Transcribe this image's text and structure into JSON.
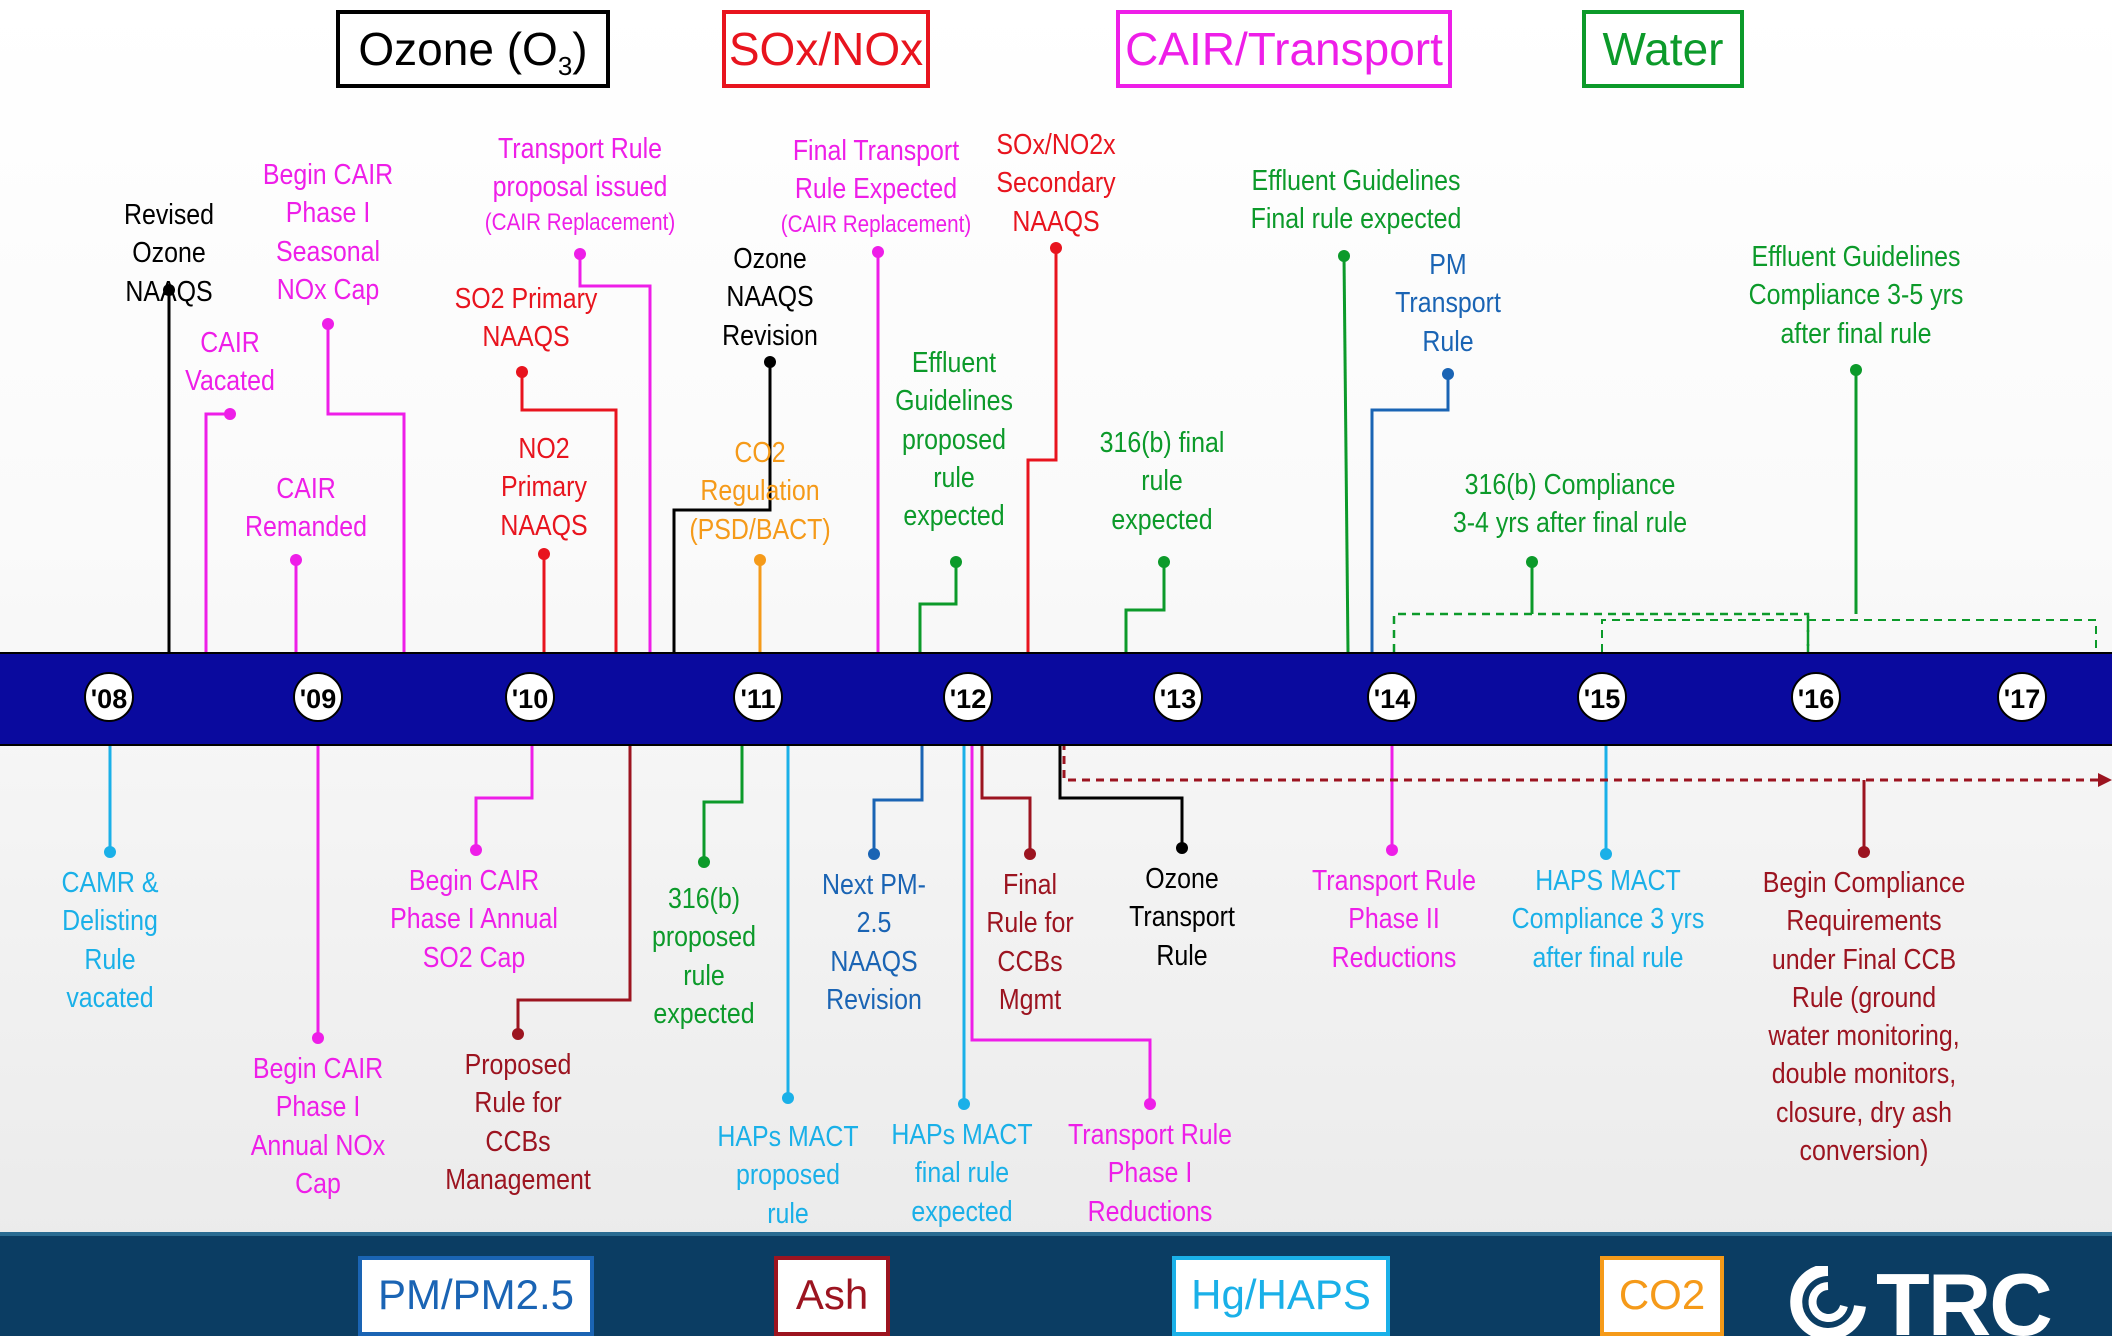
{
  "colors": {
    "ozone": "#000000",
    "sox": "#e8141e",
    "cair": "#ee1ee8",
    "water": "#0c9a2a",
    "pm": "#1a64b4",
    "ash": "#9c1420",
    "hg": "#1ab0e8",
    "co2": "#f59a19",
    "band": "#0a0a9e",
    "footer": "#0b3d63"
  },
  "legend_top": [
    {
      "text": "Ozone (O",
      "sub": "3",
      "tail": ")",
      "color_key": "ozone"
    },
    {
      "text": "SOx/NOx",
      "sub": "",
      "tail": "",
      "color_key": "sox"
    },
    {
      "text": "CAIR/Transport",
      "sub": "",
      "tail": "",
      "color_key": "cair"
    },
    {
      "text": "Water",
      "sub": "",
      "tail": "",
      "color_key": "water"
    }
  ],
  "legend_bottom": [
    {
      "text": "PM/PM2.5",
      "color_key": "pm"
    },
    {
      "text": "Ash",
      "color_key": "ash"
    },
    {
      "text": "Hg/HAPS",
      "color_key": "hg"
    },
    {
      "text": "CO2",
      "color_key": "co2"
    }
  ],
  "years": [
    "'08",
    "'09",
    "'10",
    "'11",
    "'12",
    "'13",
    "'14",
    "'15",
    "'16",
    "'17"
  ],
  "logo_text": "TRC",
  "events_above": [
    {
      "id": "revised-ozone",
      "text": "Revised\nOzone\nNAAQS",
      "color_key": "ozone"
    },
    {
      "id": "cair-vacated",
      "text": "CAIR\nVacated",
      "color_key": "cair"
    },
    {
      "id": "begin-cair-seasonal",
      "text": "Begin CAIR\nPhase I\nSeasonal\nNOx Cap",
      "color_key": "cair"
    },
    {
      "id": "cair-remanded",
      "text": "CAIR\nRemanded",
      "color_key": "cair"
    },
    {
      "id": "so2-primary",
      "text": "SO2 Primary\nNAAQS",
      "color_key": "sox"
    },
    {
      "id": "no2-primary",
      "text": "NO2\nPrimary\nNAAQS",
      "color_key": "sox"
    },
    {
      "id": "transport-proposal",
      "text": "Transport Rule\nproposal issued",
      "sub": "(CAIR Replacement)",
      "color_key": "cair"
    },
    {
      "id": "ozone-revision",
      "text": "Ozone\nNAAQS\nRevision",
      "color_key": "ozone"
    },
    {
      "id": "co2-regulation",
      "text": "CO2\nRegulation\n(PSD/BACT)",
      "color_key": "co2"
    },
    {
      "id": "final-transport",
      "text": "Final Transport\nRule Expected",
      "sub": "(CAIR Replacement)",
      "color_key": "cair"
    },
    {
      "id": "sox-secondary",
      "text": "SOx/NO2x\nSecondary\nNAAQS",
      "color_key": "sox"
    },
    {
      "id": "effluent-proposed",
      "text": "Effluent\nGuidelines\nproposed\nrule\nexpected",
      "color_key": "water"
    },
    {
      "id": "316b-final",
      "text": "316(b) final\nrule\nexpected",
      "color_key": "water"
    },
    {
      "id": "effluent-final",
      "text": "Effluent Guidelines\nFinal rule expected",
      "color_key": "water"
    },
    {
      "id": "pm-transport",
      "text": "PM\nTransport\nRule",
      "color_key": "pm"
    },
    {
      "id": "316b-compliance",
      "text": "316(b) Compliance\n3-4 yrs after final rule",
      "color_key": "water"
    },
    {
      "id": "effluent-compliance",
      "text": "Effluent Guidelines\nCompliance 3-5 yrs\nafter final rule",
      "color_key": "water"
    }
  ],
  "events_below": [
    {
      "id": "camr-delisting",
      "text": "CAMR &\nDelisting\nRule\nvacated",
      "color_key": "hg"
    },
    {
      "id": "begin-cair-annual-nox",
      "text": "Begin CAIR\nPhase I\nAnnual NOx\nCap",
      "color_key": "cair"
    },
    {
      "id": "begin-cair-annual-so2",
      "text": "Begin CAIR\nPhase I Annual\nSO2 Cap",
      "color_key": "cair"
    },
    {
      "id": "proposed-ccb",
      "text": "Proposed\nRule for\nCCBs\nManagement",
      "color_key": "ash"
    },
    {
      "id": "316b-proposed",
      "text": "316(b)\nproposed\nrule\nexpected",
      "color_key": "water"
    },
    {
      "id": "haps-proposed",
      "text": "HAPs MACT\nproposed\nrule",
      "color_key": "hg"
    },
    {
      "id": "next-pm",
      "text": "Next PM-\n2.5\nNAAQS\nRevision",
      "color_key": "pm"
    },
    {
      "id": "haps-final",
      "text": "HAPs MACT\nfinal rule\nexpected",
      "color_key": "hg"
    },
    {
      "id": "final-ccb",
      "text": "Final\nRule for\nCCBs\nMgmt",
      "color_key": "ash"
    },
    {
      "id": "transport-phase1",
      "text": "Transport Rule\nPhase I\nReductions",
      "color_key": "cair"
    },
    {
      "id": "ozone-transport",
      "text": "Ozone\nTransport\nRule",
      "color_key": "ozone"
    },
    {
      "id": "transport-phase2",
      "text": "Transport Rule\nPhase II\nReductions",
      "color_key": "cair"
    },
    {
      "id": "haps-compliance",
      "text": "HAPS MACT\nCompliance 3 yrs\nafter final rule",
      "color_key": "hg"
    },
    {
      "id": "begin-ccb-compliance",
      "text": "Begin Compliance\nRequirements\nunder Final CCB\nRule (ground\nwater monitoring,\ndouble monitors,\nclosure, dry ash\nconversion)",
      "color_key": "ash"
    }
  ]
}
